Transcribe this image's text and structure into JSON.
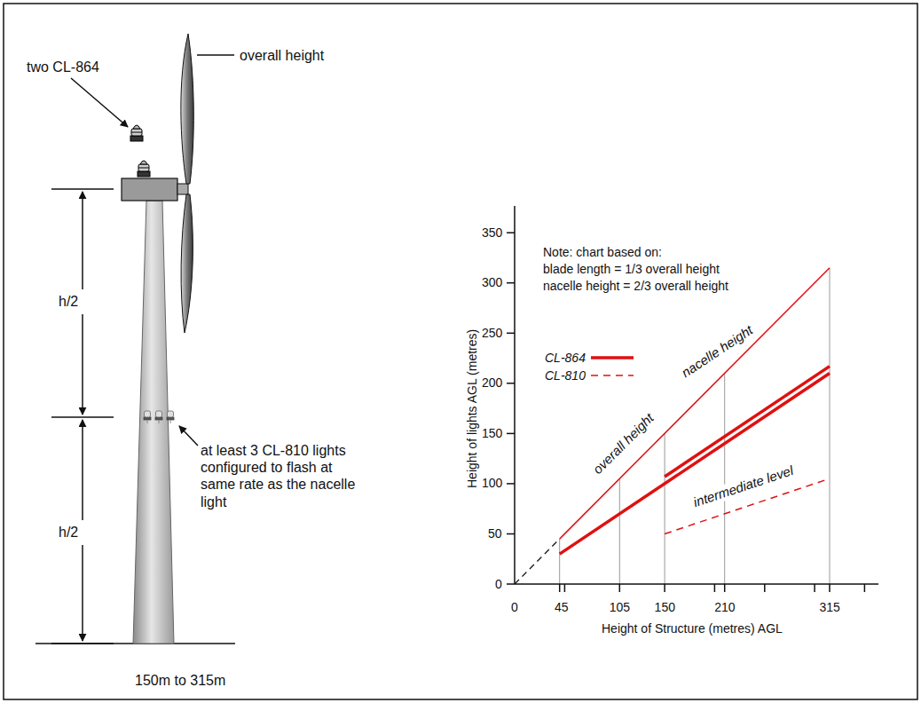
{
  "diagram": {
    "labels": [
      "overall height",
      "two CL-864",
      "h/2",
      "h/2",
      "at least 3 CL-810 lights configured to flash at same rate as the nacelle light",
      "150m to 315m",
      "Note: chart based on:",
      "blade length = 1/3 overall height",
      "nacelle height = 2/3 overall height",
      "350",
      "300",
      "250",
      "200",
      "150",
      "100",
      "50",
      "0",
      "0",
      "45",
      "105",
      "150",
      "210",
      "315",
      "Height of lights AGL (metres)",
      "Height of Structure (metres) AGL",
      "overall height",
      "nacelle height",
      "intermediate level"
    ],
    "legend": [
      {
        "text": "CL-864"
      },
      {
        "text": "CL-810"
      }
    ]
  }
}
